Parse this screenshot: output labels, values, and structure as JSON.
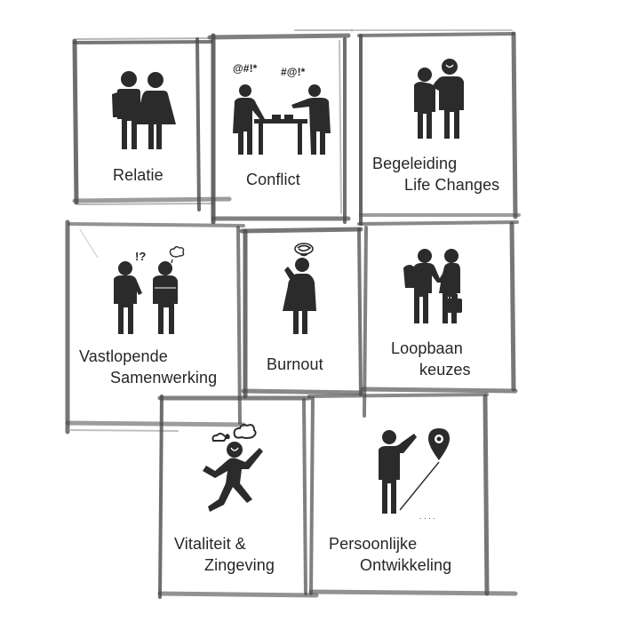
{
  "tiles": [
    {
      "id": "relatie",
      "lines": [
        "Relatie"
      ]
    },
    {
      "id": "conflict",
      "lines": [
        "Conflict"
      ],
      "symbols": [
        "@#!*",
        "#@!*"
      ]
    },
    {
      "id": "begeleiding",
      "lines": [
        "Begeleiding",
        "Life Changes"
      ]
    },
    {
      "id": "vastlopende",
      "lines": [
        "Vastlopende",
        "Samenwerking"
      ],
      "symbols": [
        "!?"
      ]
    },
    {
      "id": "burnout",
      "lines": [
        "Burnout"
      ]
    },
    {
      "id": "loopbaan",
      "lines": [
        "Loopbaan",
        "keuzes"
      ]
    },
    {
      "id": "vitaliteit",
      "lines": [
        "Vitaliteit &",
        "Zingeving"
      ]
    },
    {
      "id": "persoonlijke",
      "lines": [
        "Persoonlijke",
        "Ontwikkeling"
      ]
    }
  ],
  "icons": {
    "relatie": "couple-icon",
    "conflict": "arguing-people-icon",
    "begeleiding": "support-people-icon",
    "vastlopende": "confused-colleagues-icon",
    "burnout": "stressed-person-icon",
    "loopbaan": "career-handshake-icon",
    "vitaliteit": "running-person-icon",
    "persoonlijke": "person-pointing-location-icon"
  },
  "colors": {
    "ink": "#2b2b2b",
    "frame": "#4a4a4a",
    "background": "#ffffff"
  }
}
